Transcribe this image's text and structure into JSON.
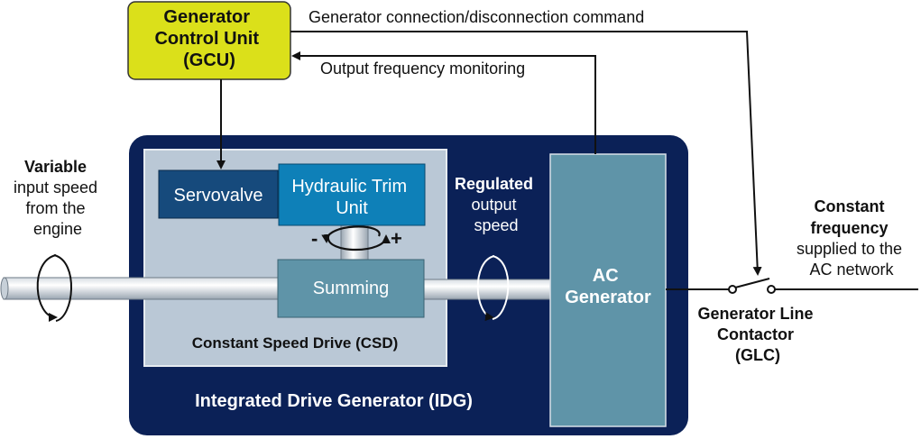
{
  "gcu": {
    "line1": "Generator",
    "line2": "Control Unit",
    "line3": "(GCU)"
  },
  "signals": {
    "command": "Generator connection/disconnection command",
    "monitoring": "Output frequency monitoring"
  },
  "idg": {
    "label": "Integrated Drive Generator (IDG)"
  },
  "csd": {
    "label": "Constant Speed Drive (CSD)",
    "servovalve": "Servovalve",
    "trim_line1": "Hydraulic Trim",
    "trim_line2": "Unit",
    "summing": "Summing",
    "minus": "-",
    "plus": "+"
  },
  "input": {
    "line1": "Variable",
    "line2": "input speed",
    "line3": "from the",
    "line4": "engine"
  },
  "output": {
    "line1": "Regulated",
    "line2": "output",
    "line3": "speed"
  },
  "ac_generator": {
    "line1": "AC",
    "line2": "Generator"
  },
  "network": {
    "line1": "Constant",
    "line2": "frequency",
    "line3": "supplied to the",
    "line4": "AC network"
  },
  "glc": {
    "line1": "Generator Line",
    "line2": "Contactor",
    "line3": "(GLC)"
  },
  "colors": {
    "gcu_fill": "#dbe01a",
    "idg_fill": "#0b2157",
    "csd_fill": "#bac8d6",
    "block_dark": "#164a7c",
    "block_teal": "#0e80b8",
    "block_gray": "#5f94a8",
    "arrow": "#111111"
  }
}
